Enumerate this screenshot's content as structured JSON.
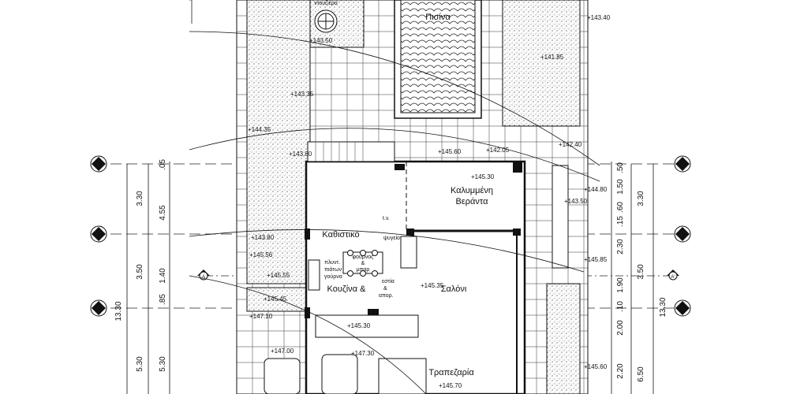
{
  "drawing": {
    "pool_label": "Πισίνα",
    "shower_label": "ντουζιέρα",
    "section_marker": "A",
    "section_marker_right": "A'",
    "rooms": {
      "veranda_1": "Καλυμμένη",
      "veranda_2": "Βεράντα",
      "sitting": "Καθιστικό",
      "kitchen": "Κουζίνα &",
      "living": "Σαλόνι",
      "dining": "Τραπεζαρία"
    },
    "fixtures": {
      "tv": "t.v.",
      "fridge": "ψυγείο",
      "dishwasher_1": "πλυντ.",
      "dishwasher_2": "πιάτων",
      "dishwasher_3": "γούρνα",
      "oven_1": "φούρνος",
      "oven_2": "&",
      "oven_3": "μπαρ",
      "hob_1": "εστία",
      "hob_2": "&",
      "hob_3": "απορ."
    },
    "levels": [
      "+143.50",
      "+141.85",
      "+143.35",
      "+144.35",
      "+143.80",
      "+145.60",
      "+142.05",
      "+142.40",
      "+145.30",
      "+144.80",
      "+143.50",
      "+143.80",
      "+145.56",
      "+145.55",
      "+145.35",
      "+145.45",
      "+147.10",
      "+145.30",
      "+145.85",
      "+147.00",
      "+147.30",
      "+145.70",
      "+145.60",
      "+143.40"
    ],
    "dims_left_outer": [
      "3.30",
      "3.50",
      "5.30"
    ],
    "dims_left_total": "13.30",
    "dims_left_inner": [
      ".05",
      "4.55",
      "1.40",
      ".85",
      "5.30"
    ],
    "dims_right_inner": [
      ".50",
      "1.50",
      ".60",
      ".15",
      "2.30",
      "1.90",
      ".10",
      "2.00",
      "2.20"
    ],
    "dims_right_outer": [
      "3.30",
      "3.50",
      "6.50"
    ],
    "dims_right_total": "13.30"
  }
}
